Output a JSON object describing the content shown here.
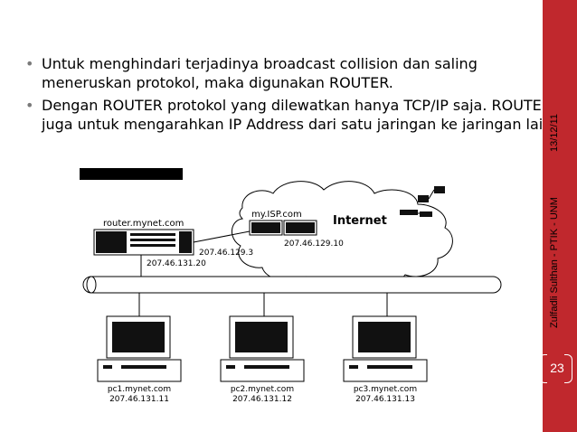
{
  "slide": {
    "bullets": [
      "Untuk menghindari terjadinya broadcast collision dan saling meneruskan protokol, maka digunakan ROUTER.",
      "Dengan ROUTER protokol yang dilewatkan hanya TCP/IP saja. ROUTER juga untuk mengarahkan IP Address dari satu jaringan ke jaringan lain"
    ],
    "bullet_glyph": "•",
    "sidebar_text": "Zulfadli Sulthan - PTIK - UNM",
    "date": "13/12/11",
    "page_number": "23",
    "sidebar_color": "#c0282d"
  },
  "diagram": {
    "router_label": "router.mynet.com",
    "router_ip_wan": "207.46.129.3",
    "router_ip_lan": "207.46.131.20",
    "isp_label": "my.ISP.com",
    "isp_ip": "207.46.129.10",
    "internet_label": "Internet",
    "pcs": [
      {
        "name": "pc1.mynet.com",
        "ip": "207.46.131.11"
      },
      {
        "name": "pc2.mynet.com",
        "ip": "207.46.131.12"
      },
      {
        "name": "pc3.mynet.com",
        "ip": "207.46.131.13"
      }
    ]
  }
}
